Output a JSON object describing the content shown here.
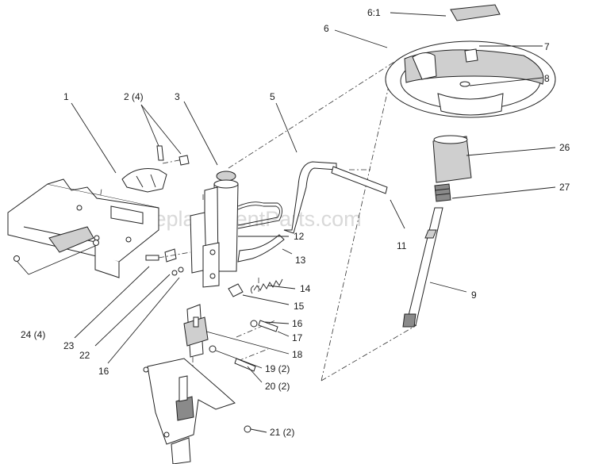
{
  "watermark": "eReplacementParts.com",
  "labels": {
    "l1": "1",
    "l2": "2 (4)",
    "l3": "3",
    "l5": "5",
    "l6": "6",
    "l61": "6:1",
    "l7": "7",
    "l8": "8",
    "l9": "9",
    "l11": "11",
    "l12": "12",
    "l13": "13",
    "l14": "14",
    "l15": "15",
    "l16a": "16",
    "l16b": "16",
    "l17": "17",
    "l18": "18",
    "l19": "19 (2)",
    "l20": "20 (2)",
    "l21": "21 (2)",
    "l22": "22",
    "l23": "23",
    "l24": "24 (4)",
    "l26": "26",
    "l27": "27"
  }
}
